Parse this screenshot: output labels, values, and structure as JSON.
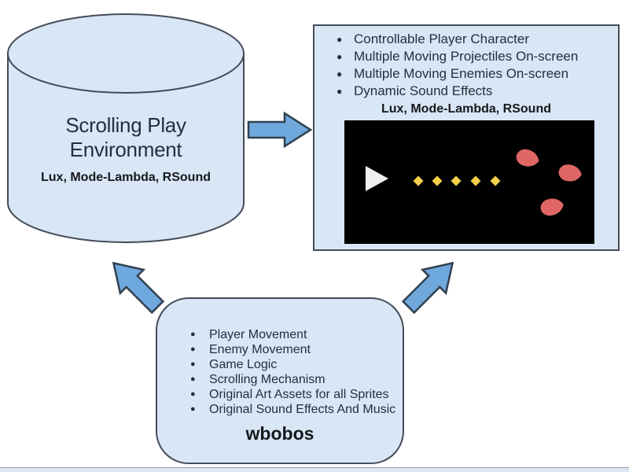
{
  "colors": {
    "shape_fill": "#d8e6f5",
    "shape_border": "#454c58",
    "arrow_fill": "#6fa8dc",
    "arrow_border": "#31404f",
    "screen_bg": "#000000",
    "player": "#efefef",
    "projectile": "#f6cf4b",
    "enemy": "#e06666",
    "text": "#242f3c"
  },
  "bullet_glyph": "●",
  "cylinder": {
    "title_lines": [
      "Scrolling Play",
      "Environment"
    ],
    "subtitle": "Lux, Mode-Lambda, RSound"
  },
  "features_box": {
    "bullets": [
      "Controllable Player Character",
      "Multiple Moving Projectiles On-screen",
      "Multiple Moving Enemies On-screen",
      "Dynamic Sound Effects"
    ],
    "subtitle": "Lux, Mode-Lambda, RSound"
  },
  "game_screen": {
    "player_sprite": "white triangle ship",
    "projectile_sprites": "5 yellow diamonds",
    "enemy_sprites": "3 red teardrop enemies"
  },
  "work_box": {
    "bullets": [
      "Player Movement",
      "Enemy Movement",
      "Game Logic",
      "Scrolling Mechanism",
      "Original Art Assets for all Sprites",
      "Original Sound Effects And Music"
    ],
    "author": "wbobos"
  }
}
